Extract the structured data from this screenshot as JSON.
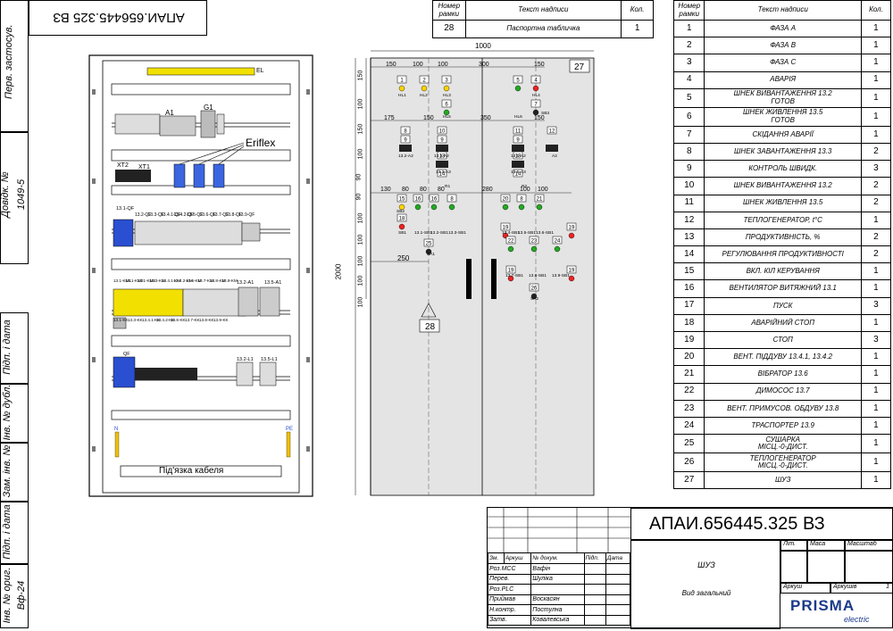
{
  "doc_code": "АПАИ.656445.325 ВЗ",
  "doc_code_rotated": "АПАИ.656445.325 ВЗ",
  "side_labels": {
    "perv_zastosuv": "Перв. застосув.",
    "dovid_no": "Довідк. №",
    "dovid_value": "1049-5",
    "pidp_data_1": "Підп. і дата",
    "inv_dubl": "Інв. № дубл.",
    "zam_inv": "Зам. інв. №",
    "pidp_data_2": "Підп. і дата",
    "inv_orig": "Інв. № ориг.",
    "inv_value": "Вф-24"
  },
  "top_table": {
    "headers": [
      "Номер рамки",
      "Текст надписи",
      "Кол."
    ],
    "row": [
      "28",
      "Паспортна табличка",
      "1"
    ]
  },
  "right_table": {
    "headers": [
      "Номер рамки",
      "Текст надписи",
      "Кол."
    ],
    "rows": [
      [
        "1",
        "ФАЗА А",
        "1"
      ],
      [
        "2",
        "ФАЗА В",
        "1"
      ],
      [
        "3",
        "ФАЗА С",
        "1"
      ],
      [
        "4",
        "АВАРІЯ",
        "1"
      ],
      [
        "5",
        "ШНЕК ВИВАНТАЖЕННЯ 13.2\nГОТОВ",
        "1"
      ],
      [
        "6",
        "ШНЕК ЖИВЛЕННЯ 13.5\nГОТОВ",
        "1"
      ],
      [
        "7",
        "СКІДАННЯ АВАРІЇ",
        "1"
      ],
      [
        "8",
        "ШНЕК ЗАВАНТАЖЕННЯ 13.3",
        "2"
      ],
      [
        "9",
        "КОНТРОЛЬ ШВИДК.",
        "3"
      ],
      [
        "10",
        "ШНЕК ВИВАНТАЖЕННЯ 13.2",
        "2"
      ],
      [
        "11",
        "ШНЕК ЖИВЛЕННЯ 13.5",
        "2"
      ],
      [
        "12",
        "ТЕПЛОГЕНЕРАТОР, t°C",
        "1"
      ],
      [
        "13",
        "ПРОДУКТИВНІСТЬ, %",
        "2"
      ],
      [
        "14",
        "РЕГУЛЮВАННЯ ПРОДУКТИВНОСТІ",
        "2"
      ],
      [
        "15",
        "ВКЛ. КІЛ КЕРУВАННЯ",
        "1"
      ],
      [
        "16",
        "ВЕНТИЛЯТОР ВИТЯЖНИЙ 13.1",
        "1"
      ],
      [
        "17",
        "ПУСК",
        "3"
      ],
      [
        "18",
        "АВАРІЙНИЙ СТОП",
        "1"
      ],
      [
        "19",
        "СТОП",
        "3"
      ],
      [
        "20",
        "ВЕНТ. ПІДДУВУ 13.4.1, 13.4.2",
        "1"
      ],
      [
        "21",
        "ВІБРАТОР 13.6",
        "1"
      ],
      [
        "22",
        "ДИМОСОС 13.7",
        "1"
      ],
      [
        "23",
        "ВЕНТ. ПРИМУСОВ. ОБДУВУ 13.8",
        "1"
      ],
      [
        "24",
        "ТРАСПОРТЕР 13.9",
        "1"
      ],
      [
        "25",
        "СУШАРКА\nМІСЦ.-0-ДИСТ.",
        "1"
      ],
      [
        "26",
        "ТЕПЛОГЕНЕРАТОР\nМІСЦ.-0-ДИСТ.",
        "1"
      ],
      [
        "27",
        "ШУЗ",
        "1"
      ]
    ]
  },
  "cabinet": {
    "top_label": "EL",
    "eriflex": "Eriflex",
    "cable_label": "Під'язка кабеля",
    "n_label": "N",
    "pe_label": "PE",
    "a1": "A1",
    "g1": "G1",
    "xt_labels": [
      "XT2",
      "XT1"
    ],
    "qf_row_label": "13.1-QF",
    "qf_labels": [
      "13.2-QF",
      "13.3-QF",
      "13.4.1-QF",
      "13.4.2-QF",
      "13.5-QF",
      "13.6-QF",
      "13.7-QF",
      "13.8-QF",
      "13.9-QF"
    ],
    "km_labels": [
      "13.1-KM1",
      "13.1-KM2",
      "13.1-KM3",
      "13.3-KM",
      "13.4.1-KM",
      "13.4.2-KM",
      "13.6-KM",
      "13.7-KM",
      "13.8-KM",
      "13.9-KM"
    ],
    "a_labels": [
      "13.2-A1",
      "13.5-A1"
    ],
    "kk_labels": [
      "13.1-KK",
      "13.3-KK",
      "13.4.1-KK",
      "13.4.2-KK",
      "13.6-KK",
      "13.7-KK",
      "13.8-KK",
      "13.9-KK"
    ],
    "qf_small": "QF",
    "l_labels": [
      "13.2-L1",
      "13.5-L1"
    ]
  },
  "door": {
    "width_dim": "1000",
    "height_dim": "2000",
    "frame_no": "27",
    "plate_no": "28",
    "top_dims": [
      "150",
      "100",
      "100",
      "300",
      "150"
    ],
    "row2_dims": [
      "175",
      "150",
      "350",
      "150"
    ],
    "row3_dims": [
      "130",
      "80",
      "80",
      "80",
      "280",
      "100",
      "100"
    ],
    "left_dim": "250",
    "vdims": [
      "150",
      "100",
      "150",
      "100",
      "90",
      "90",
      "100",
      "100",
      "100",
      "100",
      "100"
    ],
    "hl_labels": [
      "HL1",
      "HL2",
      "HL3",
      "HL4",
      "HL5",
      "HL6"
    ],
    "sb_labels": [
      "SB2",
      "SB1",
      "13.1-SB1",
      "13.2-SB1",
      "13.3-SB1",
      "13.4-SB1",
      "13.5-SB1",
      "13.6-SB1",
      "13.7-SB1",
      "13.8-SB1",
      "13.9-SB1",
      "SB3"
    ],
    "sa_labels": [
      "SA1",
      "SA2"
    ],
    "a2_labels": [
      "13.2-A2",
      "13.3-A2",
      "13.5-A2",
      "A2",
      "13.2-A3",
      "13.5-A3"
    ],
    "r_labels": [
      "R1",
      "R2"
    ]
  },
  "title_block": {
    "code": "АПАИ.656445.325 ВЗ",
    "name": "ШУЗ",
    "subname": "Вид загальний",
    "headers": [
      "Зм.",
      "Аркуш",
      "№ докум.",
      "Підп.",
      "Дата"
    ],
    "roles": [
      [
        "Роз.МСС",
        "Вафін"
      ],
      [
        "Перев.",
        "Шуліка"
      ],
      [
        "Роз.PLC",
        ""
      ],
      [
        "Приймав",
        "Воскасян"
      ],
      [
        "Н.контр.",
        "Постулна"
      ],
      [
        "Затв.",
        "Ковалевська"
      ]
    ],
    "lit": "Літ.",
    "masa": "Маса",
    "masht": "Масштаб",
    "arkush": "Аркуш",
    "arkushiv": "Аркушів",
    "arkushiv_value": "1",
    "logo_main": "PRISMA",
    "logo_sub": "electric"
  }
}
